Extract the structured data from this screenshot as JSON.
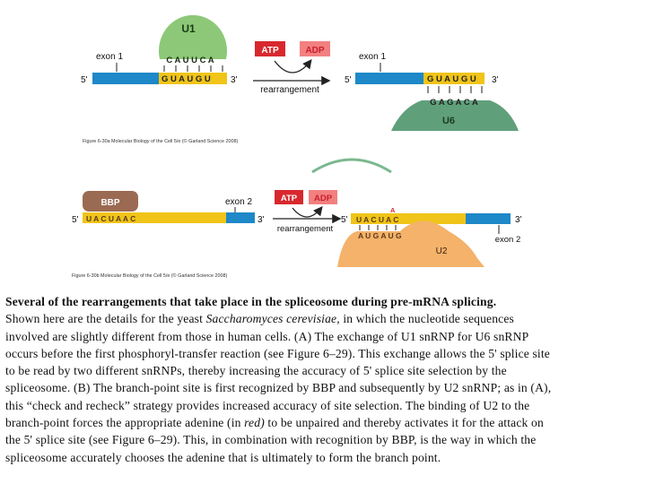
{
  "figure": {
    "panel_a": {
      "u1_label": "U1",
      "u1_seq": "C A U U C A",
      "exon_label": "exon 1",
      "five_prime": "5'",
      "three_prime": "3'",
      "intron_seq": "G U A U G U",
      "atp": "ATP",
      "adp": "ADP",
      "rearrangement": "rearrangement",
      "right_exon_label": "exon 1",
      "right_five_prime": "5'",
      "right_intron_seq": "G U A U G U",
      "right_three_prime": "3'",
      "u6_seq": "G A G A C A",
      "u6_label": "U6",
      "credit": "Figure 6-30a Molecular Biology of the Cell 5/e (© Garland Science 2008)"
    },
    "panel_b": {
      "bbp_label": "BBP",
      "five_prime": "5'",
      "branch_seq": "U A C U A A C",
      "exon2_label": "exon 2",
      "three_prime": "3'",
      "atp": "ATP",
      "adp": "ADP",
      "rearrangement": "rearrangement",
      "red_a": "A",
      "right_five_prime": "5'",
      "right_branch_seq": "U A C U A C",
      "right_three_prime": "3'",
      "u2_seq": "A U G A U G",
      "u2_label": "U2",
      "right_exon2_label": "exon 2",
      "credit": "Figure 6-30b Molecular Biology of the Cell 5/e (© Garland Science 2008)"
    },
    "colors": {
      "u1_green": "#8cc877",
      "u6_green": "#5fa07a",
      "exon_blue": "#1e88c8",
      "intron_yellow": "#f0c419",
      "atp_red": "#d8282e",
      "adp_pink": "#f28080",
      "bbp_brown": "#9b6a52",
      "u2_orange": "#f4b26a"
    }
  },
  "caption": {
    "title": "Several of the rearrangements that take place in the spliceosome during pre-mRNA splicing.",
    "lines": [
      {
        "before": "Shown here are the details for the yeast ",
        "italic": "Saccharomyces cerevisiae",
        "after": ", in which the nucleotide sequences"
      },
      {
        "before": "involved are slightly different from those in human cells. (A) The exchange of U1 snRNP for U6 snRNP",
        "italic": "",
        "after": ""
      },
      {
        "before": "occurs before the first phosphoryl-transfer reaction (see Figure 6–29). This exchange allows the 5' splice site",
        "italic": "",
        "after": ""
      },
      {
        "before": "to be read by two different snRNPs, thereby increasing the accuracy of 5' splice site selection by the",
        "italic": "",
        "after": ""
      },
      {
        "before": "spliceosome. (B) The branch-point site is first recognized by BBP and subsequently by U2 snRNP; as in (A),",
        "italic": "",
        "after": ""
      },
      {
        "before": "this “check and recheck” strategy provides increased accuracy of site selection. The binding of U2 to the",
        "italic": "",
        "after": ""
      },
      {
        "before": "branch-point forces the appropriate adenine (in ",
        "italic": "red)",
        "after": " to be unpaired and thereby activates it for the attack on"
      },
      {
        "before": "the 5' splice site (see Figure 6–29). This, in combination with recognition by BBP, is the way in which the",
        "italic": "",
        "after": ""
      },
      {
        "before": "spliceosome accurately chooses the adenine that is ultimately to form the branch point.",
        "italic": "",
        "after": ""
      }
    ]
  }
}
